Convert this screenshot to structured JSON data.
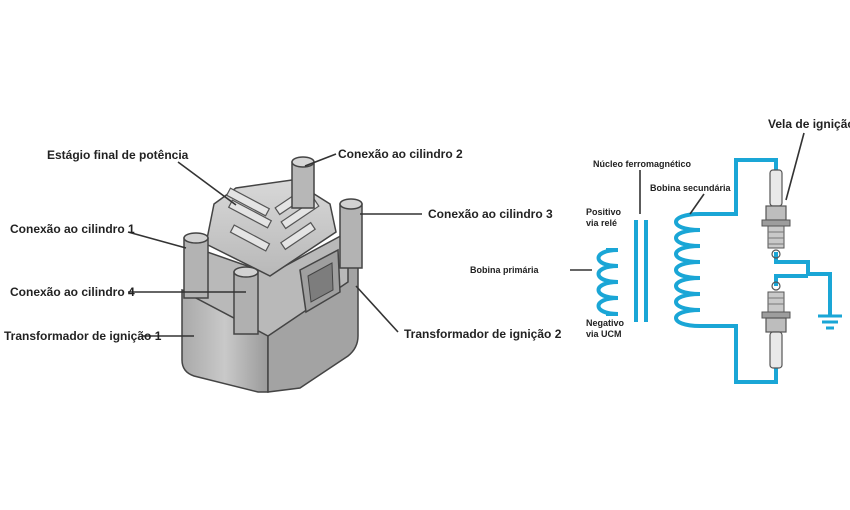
{
  "coil_pack": {
    "labels": {
      "power_stage": "Estágio final de potência",
      "cyl2": "Conexão ao cilindro 2",
      "cyl1": "Conexão ao cilindro 1",
      "cyl3": "Conexão ao cilindro 3",
      "cyl4": "Conexão ao cilindro 4",
      "transformer1": "Transformador de ignição 1",
      "transformer2": "Transformador de ignição 2"
    },
    "colors": {
      "body": "#bdbdbd",
      "body_dark": "#8e8e8e",
      "outline": "#444444"
    }
  },
  "schematic": {
    "labels": {
      "spark_plug": "Vela de ignição",
      "core": "Núcleo ferromagnético",
      "secondary": "Bobina secundária",
      "positive_l1": "Positivo",
      "positive_l2": "via relé",
      "primary": "Bobina primária",
      "negative_l1": "Negativo",
      "negative_l2": "via UCM"
    },
    "colors": {
      "circuit": "#1aa6d6"
    }
  }
}
